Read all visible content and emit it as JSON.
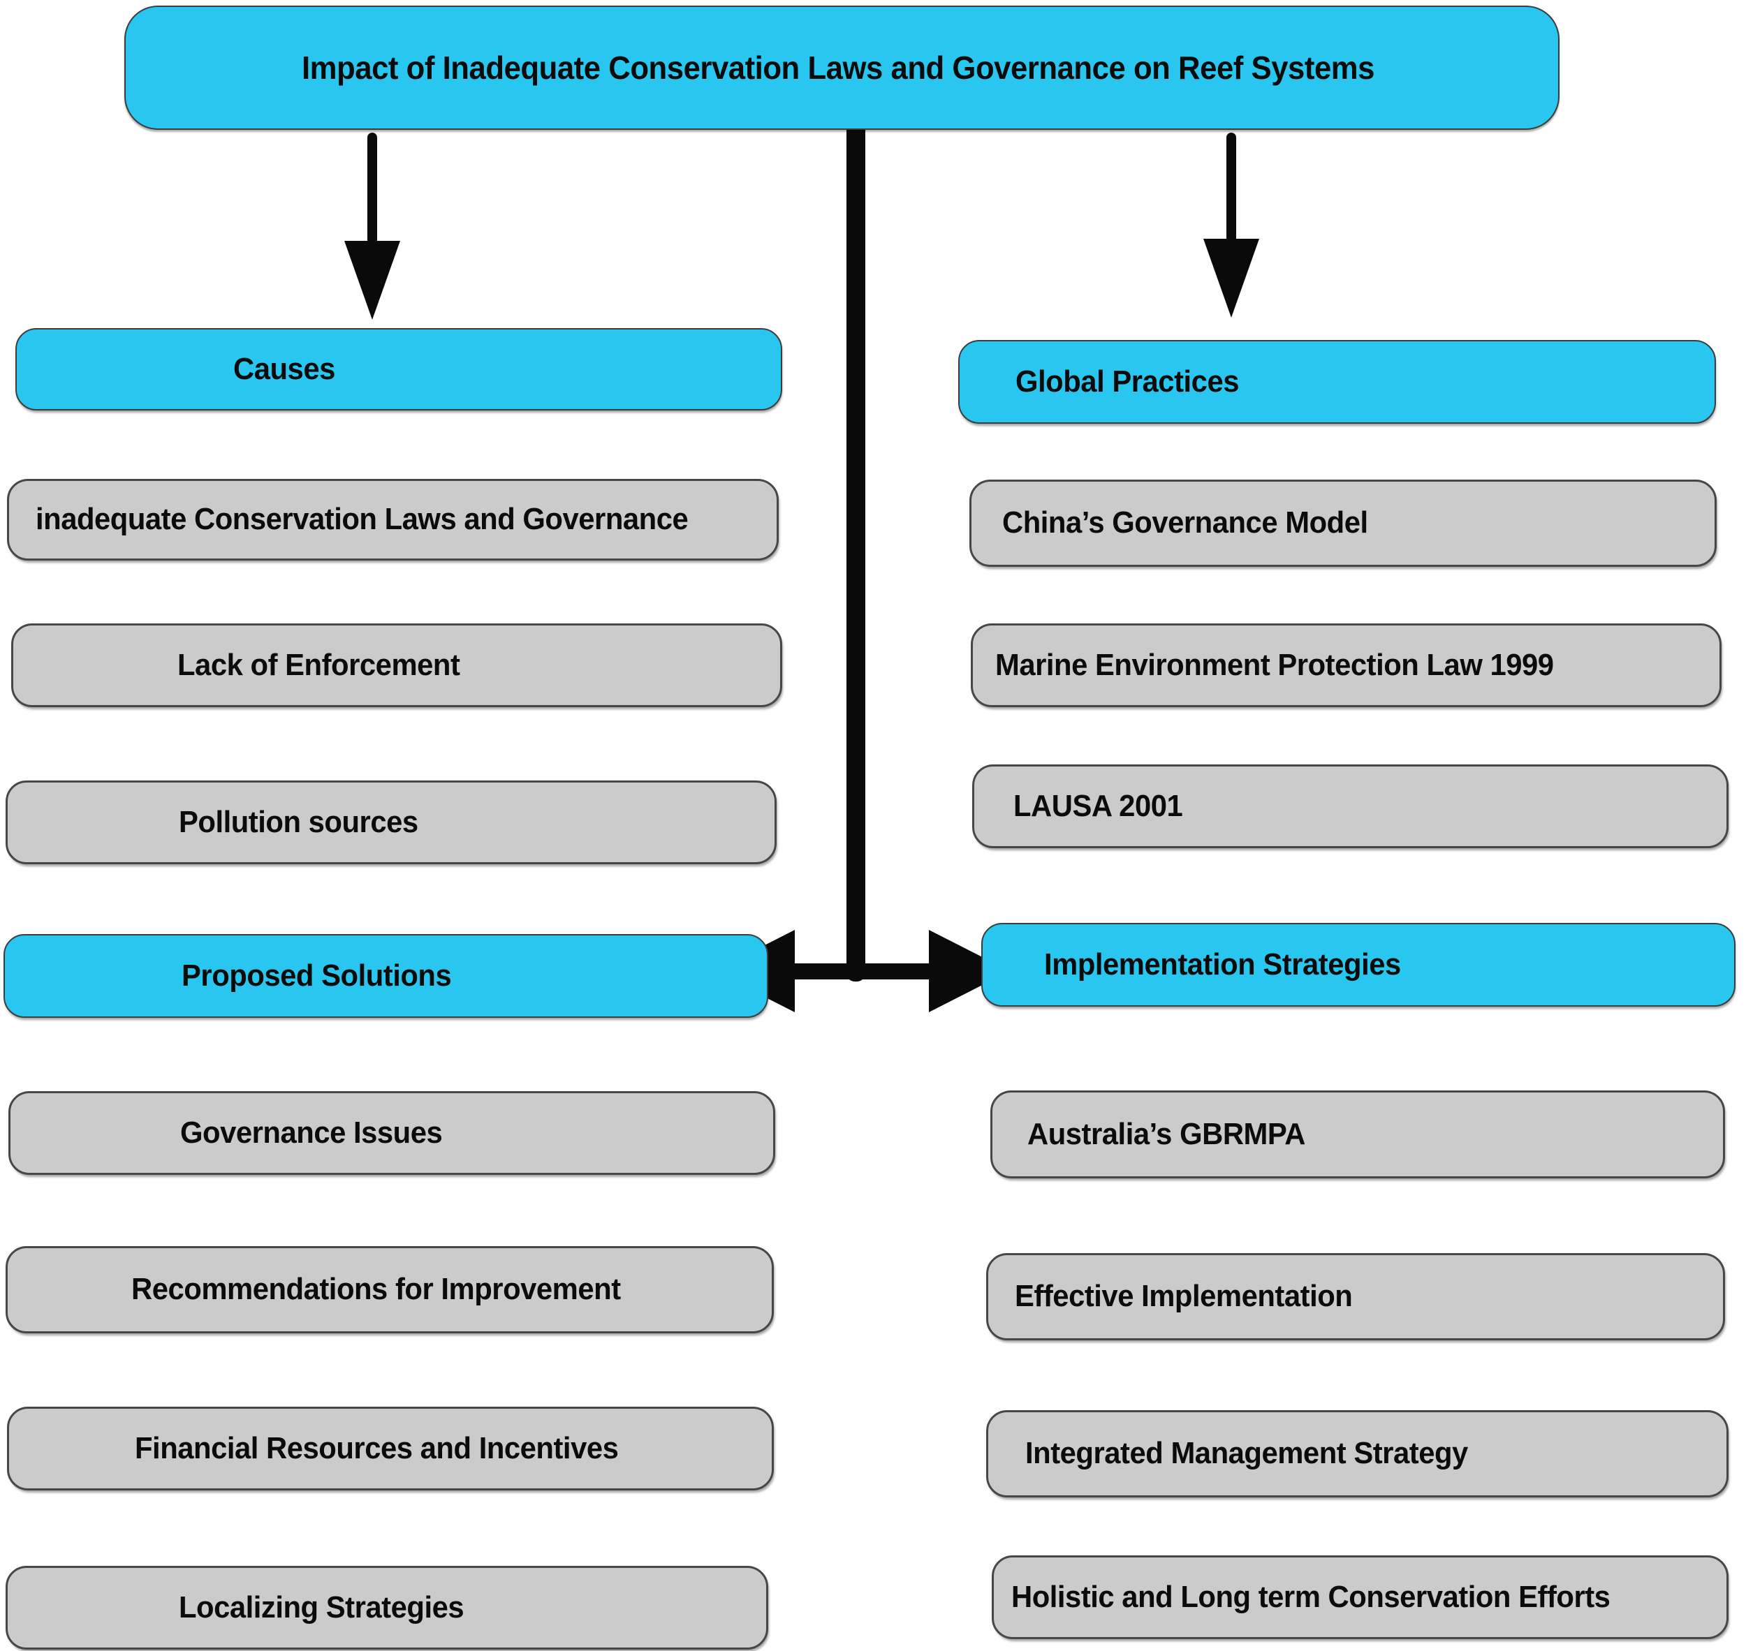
{
  "title": "Impact of Inadequate Conservation Laws and Governance on Reef Systems",
  "colors": {
    "node_cyan": "#29c7f0",
    "node_gray": "#cbcbcb",
    "arrow_black": "#0a0a0a",
    "text_black": "#0b0b0b",
    "background": "#ffffff"
  },
  "left_branch": {
    "header": "Causes",
    "causes": [
      "inadequate Conservation Laws and Governance",
      "Lack of Enforcement",
      "Pollution sources"
    ],
    "subheader": "Proposed Solutions",
    "solutions": [
      "Governance Issues",
      "Recommendations for Improvement",
      "Financial Resources and Incentives",
      "Localizing Strategies"
    ]
  },
  "right_branch": {
    "header": "Global Practices",
    "practices": [
      "China’s Governance Model",
      "Marine Environment Protection Law 1999",
      "LAUSA 2001"
    ],
    "subheader": "Implementation Strategies",
    "strategies": [
      "Australia’s GBRMPA",
      "Effective Implementation",
      "Integrated Management Strategy",
      "Holistic and Long term Conservation Efforts"
    ]
  }
}
